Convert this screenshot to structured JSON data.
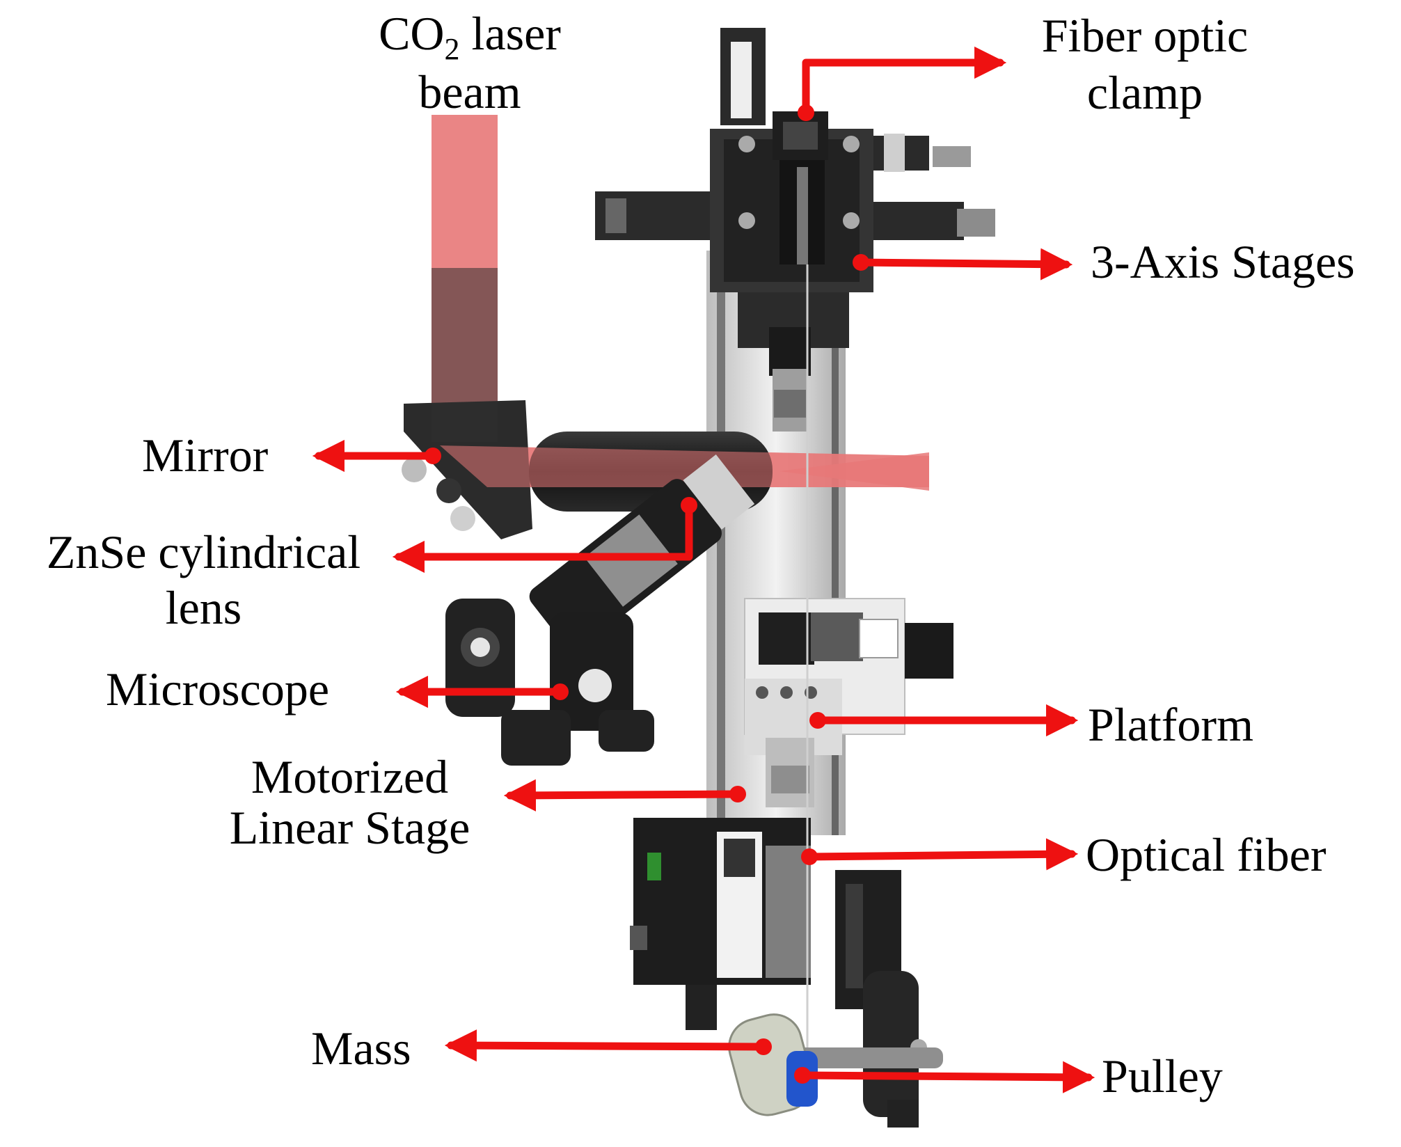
{
  "labels": {
    "co2_prefix": "CO",
    "co2_sub": "2",
    "co2_suffix": " laser",
    "co2_line2": "beam",
    "fiber_clamp_line1": "Fiber optic",
    "fiber_clamp_line2": "clamp",
    "three_axis": "3-Axis Stages",
    "mirror": "Mirror",
    "znse_line1": "ZnSe cylindrical",
    "znse_line2": "lens",
    "microscope": "Microscope",
    "platform": "Platform",
    "motorized_line1": "Motorized",
    "motorized_line2": "Linear Stage",
    "optical_fiber": "Optical fiber",
    "mass": "Mass",
    "pulley": "Pulley"
  },
  "colors": {
    "arrow": "#ee1111",
    "laser": "#e87878",
    "hardware_dark": "#1c1c1c",
    "hardware_mid": "#3a3a3a",
    "hardware_light": "#e9e9e9",
    "rail": "#c9c9c9",
    "pulley": "#2255cc",
    "mass": "#cfd2c4"
  }
}
